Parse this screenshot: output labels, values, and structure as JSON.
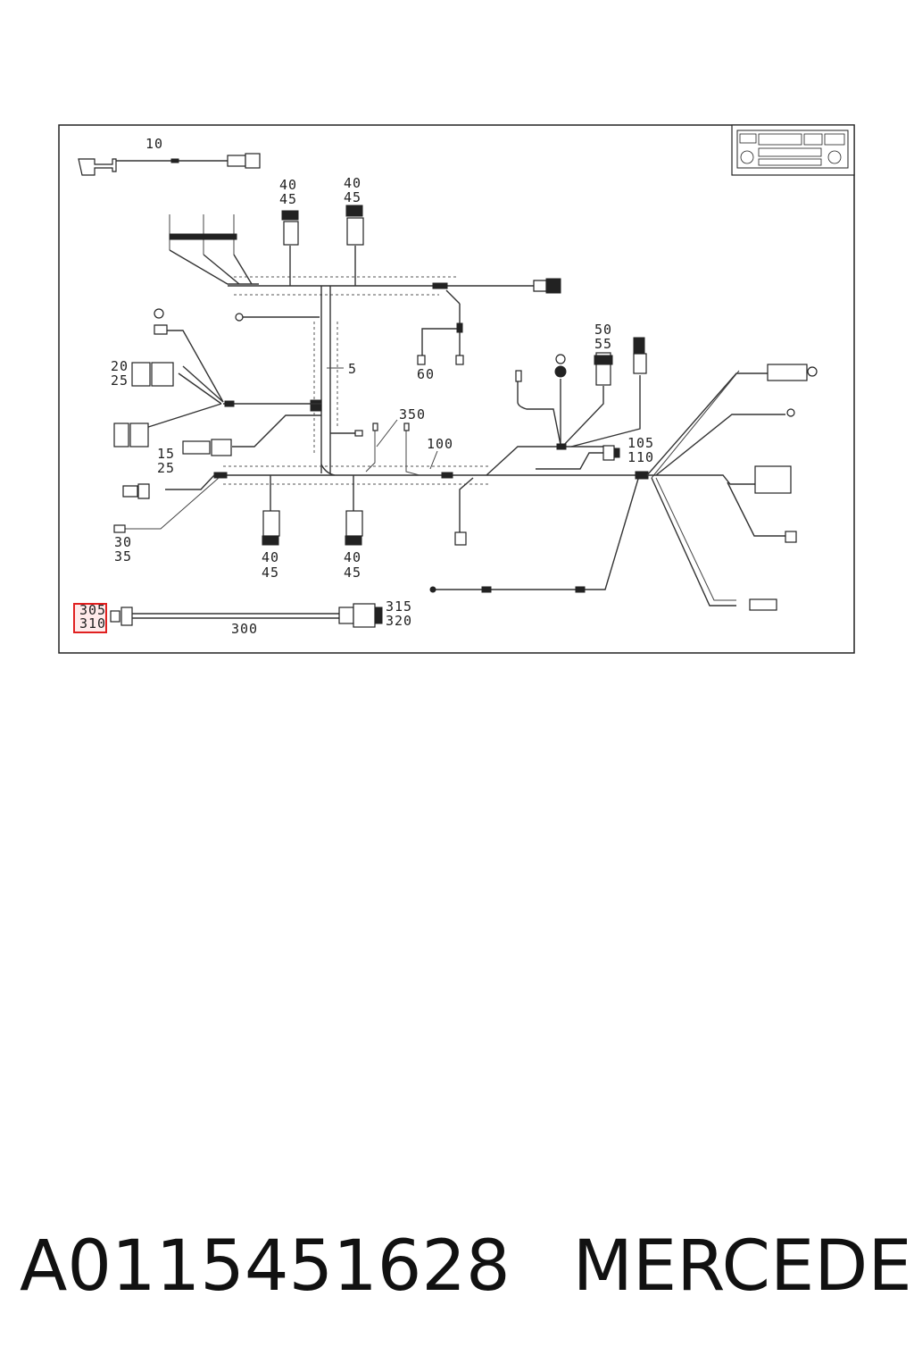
{
  "diagram": {
    "callouts": {
      "c10": "10",
      "c40a": "40",
      "c45a": "45",
      "c40b": "40",
      "c45b": "45",
      "c5": "5",
      "c60": "60",
      "c50": "50",
      "c55": "55",
      "c20": "20",
      "c25a": "25",
      "c350": "350",
      "c100": "100",
      "c105": "105",
      "c110": "110",
      "c15": "15",
      "c25b": "25",
      "c30": "30",
      "c35": "35",
      "c40c": "40",
      "c45c": "45",
      "c40d": "40",
      "c45d": "45",
      "c305": "305",
      "c310": "310",
      "c315": "315",
      "c320": "320",
      "c300": "300"
    },
    "highlight_color": "#e02020"
  },
  "caption": {
    "part_number": "A0115451628",
    "brand": "MERCEDES"
  }
}
